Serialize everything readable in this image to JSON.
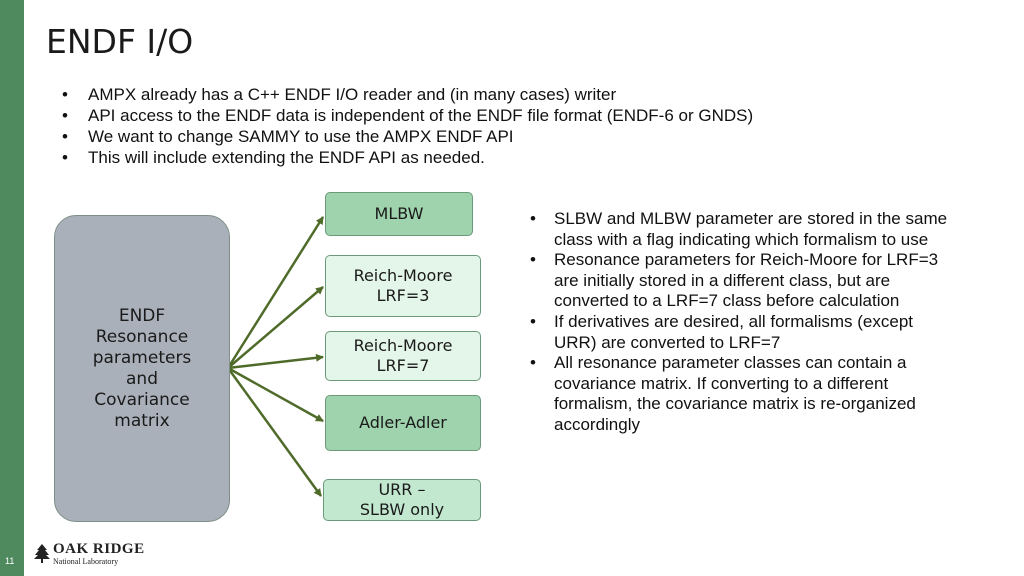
{
  "slide": {
    "title": "ENDF I/O",
    "page_number": "11"
  },
  "top_bullets": [
    "AMPX already has a C++ ENDF I/O reader and (in many cases) writer",
    "API access to the ENDF data is independent of the ENDF file format (ENDF-6 or GNDS)",
    "We want to change SAMMY to use the AMPX ENDF API",
    "This will include extending the ENDF API as needed."
  ],
  "diagram": {
    "source": "ENDF\nResonance\nparameters\nand\nCovariance\nmatrix",
    "targets": [
      "MLBW",
      "Reich-Moore\nLRF=3",
      "Reich-Moore\nLRF=7",
      "Adler-Adler",
      "URR –\nSLBW only"
    ],
    "colors": {
      "source_fill": "#a9b0ba",
      "dark_fill": "#9fd3ad",
      "light_fill": "#e4f5ea",
      "arrow": "#4f6b2a"
    }
  },
  "right_bullets": [
    "SLBW and MLBW parameter are stored in the same class with a flag indicating which formalism to use",
    "Resonance parameters for Reich-Moore for LRF=3 are initially stored in a different class, but are  converted to  a LRF=7 class before calculation",
    "If derivatives are desired, all formalisms (except URR) are converted to LRF=7",
    "All resonance parameter classes can contain a covariance matrix. If converting to a different formalism, the covariance matrix is re-organized accordingly"
  ],
  "logo": {
    "line1": "OAK RIDGE",
    "line2": "National Laboratory",
    "icon": "tree-icon"
  },
  "accent_color": "#4e8a5e"
}
